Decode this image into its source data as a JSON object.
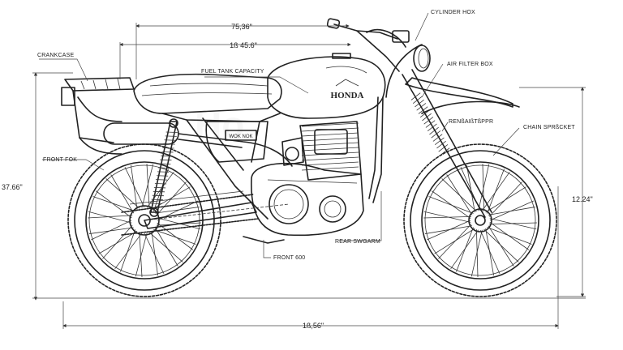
{
  "dimensions": {
    "top_length_1": "75,36\"",
    "top_length_2": "1ß 45.6\"",
    "left_height": "37.66\"",
    "right_height": "12.24\"",
    "bottom_length": "1ß,56\""
  },
  "labels": {
    "crankcase": "CRANKCASE",
    "fuel_tank": "FUEL TANK CAPACITY",
    "cylinder": "CYLINDER HOX",
    "air_filter": "AIR FILTER BOX",
    "remote": "RENßAIßTßPPR",
    "chain": "CHAIN SPRßCKET",
    "front_fork": "FRONT FOK",
    "rear_swingarm": "REAR SWGARM",
    "front": "FRONT 600"
  },
  "badges": {
    "tank_logo": "HONDA",
    "side_panel": "WOK NOK"
  }
}
